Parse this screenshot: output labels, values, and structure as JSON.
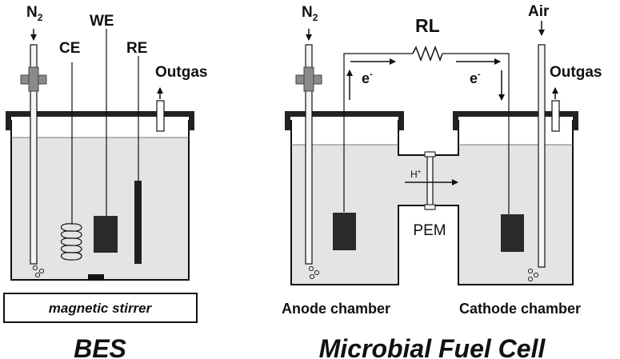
{
  "bes": {
    "gas_in": "N",
    "gas_in_sub": "2",
    "counter_electrode": "CE",
    "working_electrode": "WE",
    "reference_electrode": "RE",
    "outgas": "Outgas",
    "stirrer": "magnetic stirrer",
    "title": "BES"
  },
  "mfc": {
    "gas_in": "N",
    "gas_in_sub": "2",
    "load": "RL",
    "air": "Air",
    "outgas": "Outgas",
    "electron_left": "e",
    "electron_right": "e",
    "electron_sup": "-",
    "proton": "H",
    "proton_sup": "+",
    "membrane": "PEM",
    "anode_label": "Anode chamber",
    "cathode_label": "Cathode chamber",
    "title": "Microbial Fuel Cell"
  }
}
